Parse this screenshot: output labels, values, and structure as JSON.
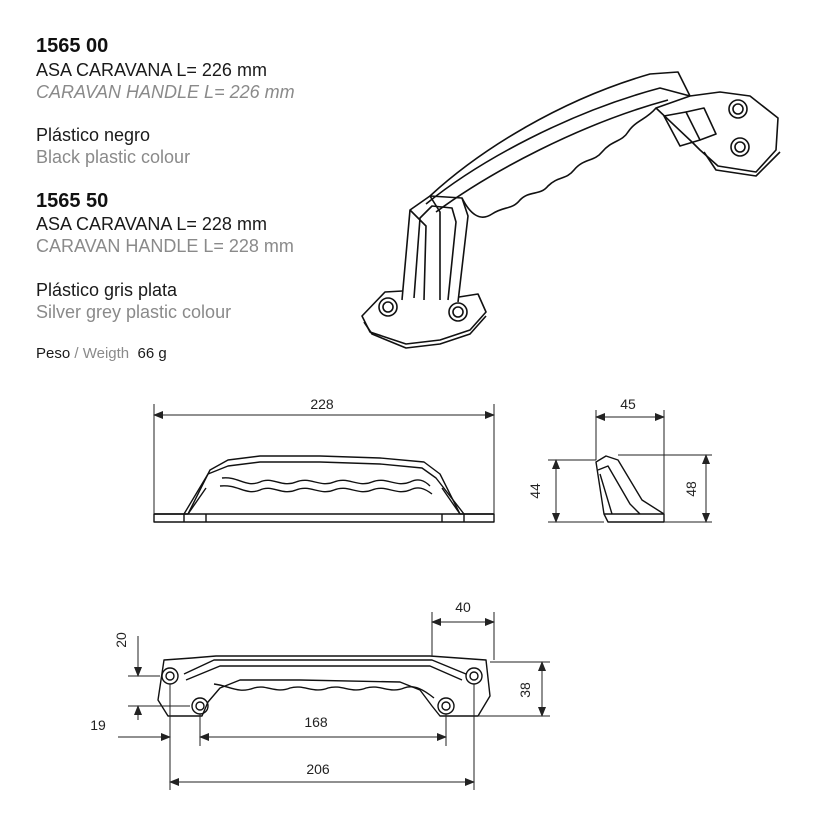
{
  "products": [
    {
      "code": "1565 00",
      "name_es": "ASA CARAVANA L= 226 mm",
      "name_en": "CARAVAN HANDLE L= 226 mm",
      "material_es": "Plástico negro",
      "material_en": "Black plastic colour"
    },
    {
      "code": "1565 50",
      "name_es": "ASA CARAVANA L= 228 mm",
      "name_en": "CARAVAN HANDLE L= 228 mm",
      "material_es": "Plástico gris plata",
      "material_en": "Silver grey  plastic colour"
    }
  ],
  "weight": {
    "label_es": "Peso",
    "separator": " / ",
    "label_en": "Weigth",
    "value": "66 g"
  },
  "dimensions": {
    "front_length": "228",
    "side_depth": "45",
    "side_height_inner": "44",
    "side_height_outer": "48",
    "top_depth": "40",
    "top_offset": "20",
    "top_height": "38",
    "top_hole_margin": "19",
    "top_hole_spacing": "168",
    "top_overall": "206"
  }
}
